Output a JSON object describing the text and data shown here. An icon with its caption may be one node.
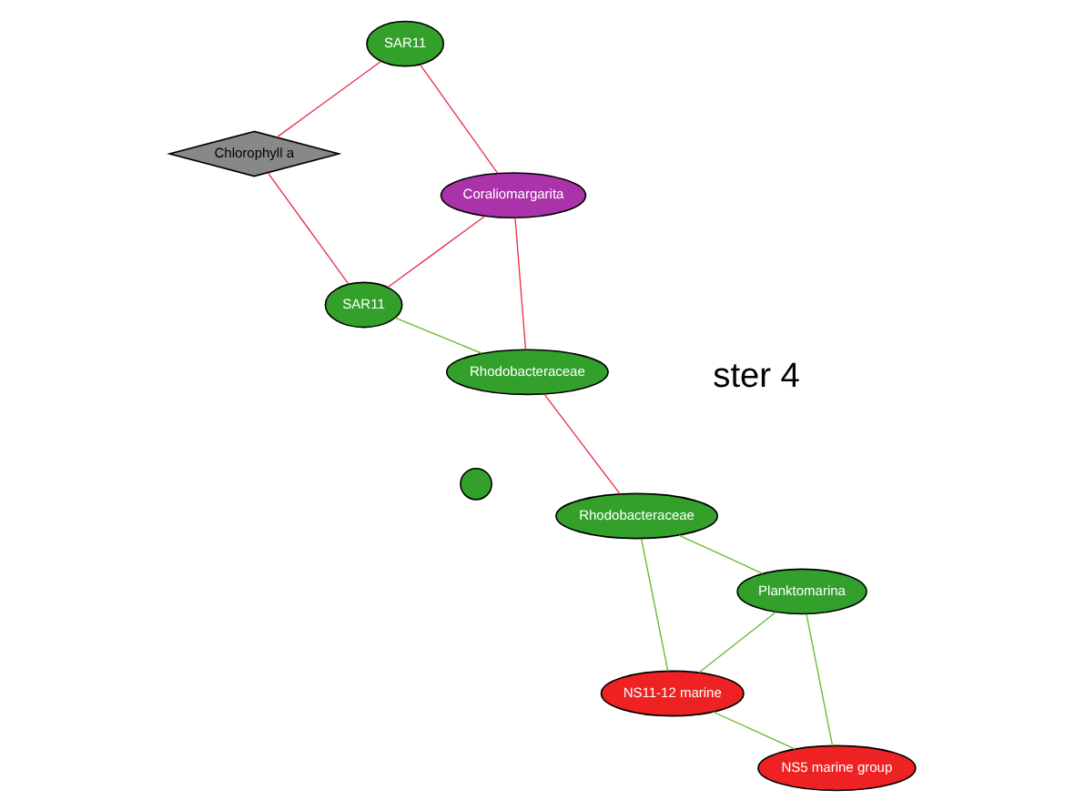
{
  "diagram": {
    "nodes": [
      {
        "text": [],
        "shape": "circle"
      },
      {
        "text": [
          "Chlorophyll a"
        ]
      },
      {
        "text": [
          "Coraliomargarita"
        ]
      },
      {
        "text": [
          "NS11-12 marine"
        ]
      },
      {
        "text": [
          "Rhodobacteraceae"
        ]
      },
      {
        "text": [
          "SAR11"
        ]
      },
      {
        "text": [
          "Rhodobacteraceae"
        ]
      },
      {
        "text": [
          "SAR11"
        ]
      },
      {
        "text": [
          "NS5 marine group"
        ]
      },
      {
        "text": [
          "Planktomarina"
        ]
      }
    ],
    "edges": [
      {
        "from": 1,
        "to": 7,
        "arrow": "none"
      },
      {
        "from": 1,
        "to": 5,
        "arrow": "none"
      },
      {
        "from": 2,
        "to": 4,
        "arrow": "none"
      },
      {
        "from": 2,
        "to": 7,
        "arrow": "none"
      },
      {
        "from": 2,
        "to": 5,
        "arrow": "none"
      },
      {
        "from": 4,
        "to": 6,
        "arrow": "none"
      },
      {
        "from": 4,
        "to": 7,
        "arrow": "none",
        "color": "#66bb33"
      },
      {
        "from": 3,
        "to": 6,
        "arrow": "none",
        "color": "#66bb33"
      },
      {
        "from": 3,
        "to": 8,
        "arrow": "none",
        "color": "#66bb33"
      },
      {
        "from": 3,
        "to": 9,
        "arrow": "none",
        "color": "#66bb33"
      },
      {
        "from": 6,
        "to": 9,
        "arrow": "none",
        "color": "#66bb33"
      },
      {
        "from": 8,
        "to": 9,
        "arrow": "none",
        "color": "#66bb33"
      }
    ],
    "labels": [
      "ster 4"
    ]
  }
}
